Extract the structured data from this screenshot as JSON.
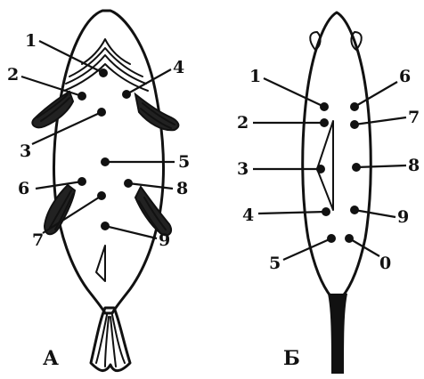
{
  "figure": {
    "panel_a": {
      "panel_label": "А",
      "point_labels": [
        "1",
        "2",
        "3",
        "4",
        "5",
        "6",
        "7",
        "8",
        "9"
      ]
    },
    "panel_b": {
      "panel_label": "Б",
      "point_labels": [
        "1",
        "2",
        "3",
        "4",
        "5",
        "6",
        "7",
        "8",
        "9",
        "0"
      ]
    }
  }
}
